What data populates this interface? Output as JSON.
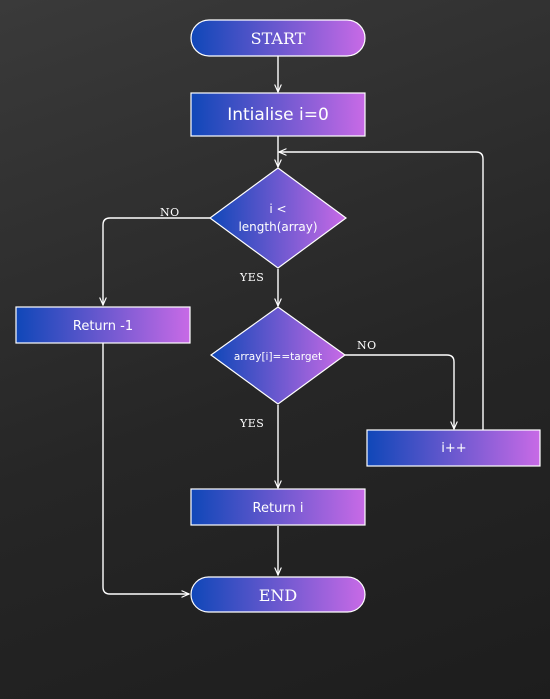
{
  "nodes": {
    "start": "START",
    "init": "Intialise i=0",
    "cond_loop_line1": "i <",
    "cond_loop_line2": "length(array)",
    "cond_match": "array[i]==target",
    "return_neg": "Return -1",
    "increment": "i++",
    "return_i": "Return i",
    "end": "END"
  },
  "edges": {
    "loop_no": "NO",
    "loop_yes": "YES",
    "match_no": "NO",
    "match_yes": "YES"
  },
  "colors": {
    "gradient_start": "#0f47b8",
    "gradient_end": "#c86ae6",
    "stroke": "#ffffff",
    "text": "#ffffff"
  }
}
